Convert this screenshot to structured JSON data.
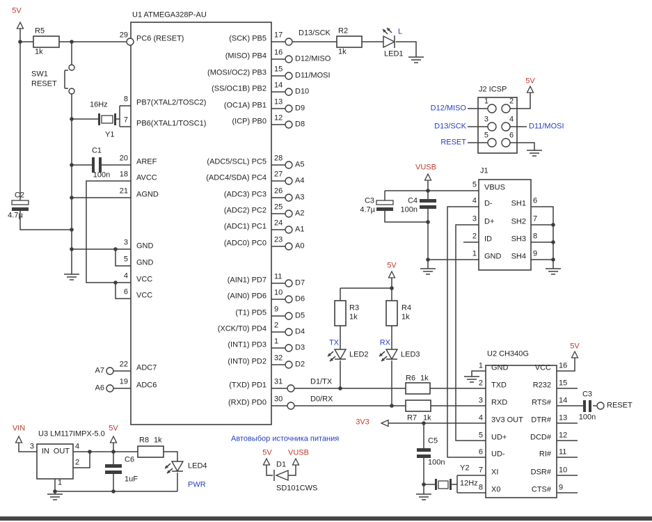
{
  "u1": {
    "ref": "U1 ATMEGA328P-AU",
    "left_pins": [
      {
        "num": "29",
        "label": "PC6 (RESET)"
      },
      {
        "num": "8",
        "label": "PB7(XTAL2/TOSC2)"
      },
      {
        "num": "7",
        "label": "PB6(XTAL1/TOSC1)"
      },
      {
        "num": "20",
        "label": "AREF"
      },
      {
        "num": "18",
        "label": "AVCC"
      },
      {
        "num": "21",
        "label": "AGND"
      },
      {
        "num": "3",
        "label": "GND"
      },
      {
        "num": "5",
        "label": "GND"
      },
      {
        "num": "4",
        "label": "VCC"
      },
      {
        "num": "6",
        "label": "VCC"
      },
      {
        "num": "22",
        "label": "ADC7",
        "ext": "A7"
      },
      {
        "num": "19",
        "label": "ADC6",
        "ext": "A6"
      }
    ],
    "right_pins": [
      {
        "num": "17",
        "label": "(SCK) PB5",
        "ext": "D13/SCK"
      },
      {
        "num": "16",
        "label": "(MISO) PB4",
        "ext": "D12/MISO"
      },
      {
        "num": "15",
        "label": "(MOSI/OC2) PB3",
        "ext": "D11/MOSI"
      },
      {
        "num": "14",
        "label": "(SS/OC1B) PB2",
        "ext": "D10"
      },
      {
        "num": "13",
        "label": "(OC1A) PB1",
        "ext": "D9"
      },
      {
        "num": "12",
        "label": "(ICP) PB0",
        "ext": "D8"
      },
      {
        "num": "28",
        "label": "(ADC5/SCL) PC5",
        "ext": "A5"
      },
      {
        "num": "27",
        "label": "(ADC4/SDA) PC4",
        "ext": "A4"
      },
      {
        "num": "26",
        "label": "(ADC3) PC3",
        "ext": "A3"
      },
      {
        "num": "25",
        "label": "(ADC2) PC2",
        "ext": "A2"
      },
      {
        "num": "24",
        "label": "(ADC1) PC1",
        "ext": "A1"
      },
      {
        "num": "23",
        "label": "(ADC0) PC0",
        "ext": "A0"
      },
      {
        "num": "11",
        "label": "(AIN1) PD7",
        "ext": "D7"
      },
      {
        "num": "10",
        "label": "(AIN0) PD6",
        "ext": "D6"
      },
      {
        "num": "9",
        "label": "(T1) PD5",
        "ext": "D5"
      },
      {
        "num": "2",
        "label": "(XCK/T0) PD4",
        "ext": "D4"
      },
      {
        "num": "1",
        "label": "(INT1) PD3",
        "ext": "D3"
      },
      {
        "num": "32",
        "label": "(INT0) PD2",
        "ext": "D2"
      },
      {
        "num": "31",
        "label": "(TXD) PD1",
        "ext": "D1/TX"
      },
      {
        "num": "30",
        "label": "(RXD) PD0",
        "ext": "D0/RX"
      }
    ]
  },
  "u2": {
    "ref": "U2 CH340G",
    "left_pins": [
      {
        "num": "1",
        "label": "GND"
      },
      {
        "num": "2",
        "label": "TXD"
      },
      {
        "num": "3",
        "label": "RXD"
      },
      {
        "num": "4",
        "label": "3V3 OUT"
      },
      {
        "num": "5",
        "label": "UD+"
      },
      {
        "num": "6",
        "label": "UD-"
      },
      {
        "num": "7",
        "label": "XI"
      },
      {
        "num": "8",
        "label": "X0"
      }
    ],
    "right_pins": [
      {
        "num": "16",
        "label": "VCC"
      },
      {
        "num": "15",
        "label": "R232"
      },
      {
        "num": "14",
        "label": "RTS#"
      },
      {
        "num": "13",
        "label": "DTR#"
      },
      {
        "num": "12",
        "label": "DCD#"
      },
      {
        "num": "11",
        "label": "RI#"
      },
      {
        "num": "10",
        "label": "DSR#"
      },
      {
        "num": "9",
        "label": "CTS#"
      }
    ]
  },
  "u3": {
    "ref": "U3 LM117IMPX-5.0",
    "in_label": "IN",
    "out_label": "OUT",
    "pin_in": "3",
    "pin_out": "4",
    "pin_adj": "2",
    "pin_gnd": "1"
  },
  "j1": {
    "ref": "J1",
    "left_pins": [
      {
        "num": "5",
        "label": "VBUS"
      },
      {
        "num": "4",
        "label": "D-"
      },
      {
        "num": "3",
        "label": "D+"
      },
      {
        "num": "2",
        "label": "ID"
      },
      {
        "num": "1",
        "label": "GND"
      }
    ],
    "right_pins": [
      {
        "num": "6",
        "label": "SH1"
      },
      {
        "num": "7",
        "label": "SH2"
      },
      {
        "num": "8",
        "label": "SH3"
      },
      {
        "num": "9",
        "label": "SH4"
      }
    ]
  },
  "j2": {
    "ref": "J2 ICSP",
    "left_pins": [
      {
        "num": "1",
        "net": "D12/MISO"
      },
      {
        "num": "3",
        "net": "D13/SCK"
      },
      {
        "num": "5",
        "net": "RESET"
      }
    ],
    "right_pins": [
      {
        "num": "2"
      },
      {
        "num": "4",
        "net": "D11/MOSI"
      },
      {
        "num": "6"
      }
    ]
  },
  "components": {
    "r2": {
      "ref": "R2",
      "value": "1k"
    },
    "r3": {
      "ref": "R3",
      "value": "1k"
    },
    "r4": {
      "ref": "R4",
      "value": "1k"
    },
    "r5": {
      "ref": "R5",
      "value": "1k"
    },
    "r6": {
      "ref": "R6",
      "value": "1k"
    },
    "r7": {
      "ref": "R7",
      "value": "1k"
    },
    "r8": {
      "ref": "R8",
      "value": "1k"
    },
    "c1": {
      "ref": "C1",
      "value": "100n"
    },
    "c2": {
      "ref": "C2",
      "value": "4.7µ"
    },
    "c3_usb": {
      "ref": "C3",
      "value": "4.7µ"
    },
    "c4": {
      "ref": "C4",
      "value": "100n"
    },
    "c5": {
      "ref": "C5",
      "value": "100n"
    },
    "c6": {
      "ref": "C6",
      "value": "1uF"
    },
    "c3_rts": {
      "ref": "C3",
      "value": "100n"
    },
    "y1": {
      "ref": "Y1",
      "value": "16Hz"
    },
    "y2": {
      "ref": "Y2",
      "value": "12Hz"
    },
    "sw1": {
      "ref": "SW1",
      "label": "RESET"
    },
    "led1": {
      "ref": "LED1",
      "net": "L"
    },
    "led2": {
      "ref": "LED2",
      "net": "TX"
    },
    "led3": {
      "ref": "LED3",
      "net": "RX"
    },
    "led4": {
      "ref": "LED4",
      "net": "PWR"
    },
    "d1": {
      "ref": "D1",
      "value": "SD101CWS"
    }
  },
  "nets": {
    "v5": "5V",
    "v3": "3V3",
    "vin": "VIN",
    "vusb": "VUSB",
    "reset": "RESET"
  },
  "annotations": {
    "power_select": "Автовыбор источника питания"
  },
  "colors": {
    "wire": "#3d3d3d",
    "power_label": "#c0392b",
    "signal_label": "#2540c0"
  }
}
